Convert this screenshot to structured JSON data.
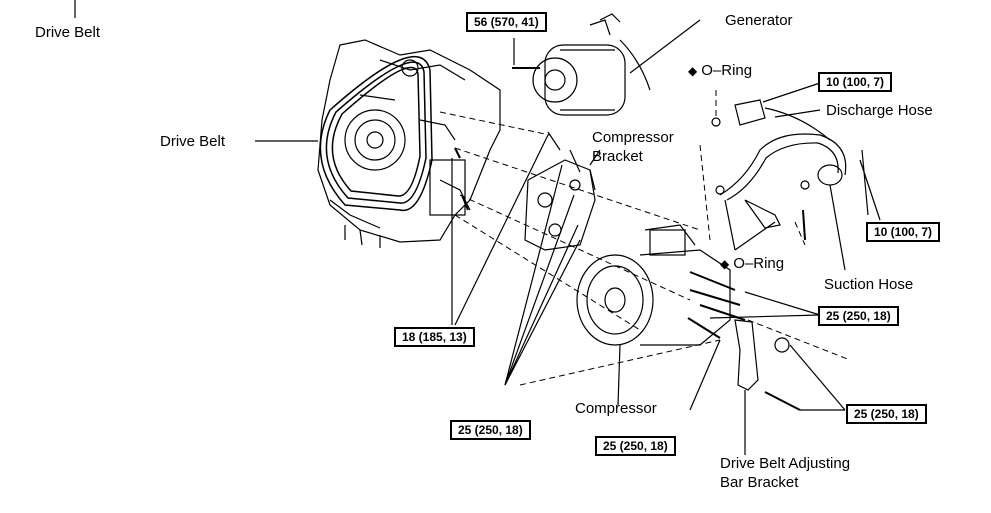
{
  "labels": {
    "drive_belt_top": "Drive Belt",
    "drive_belt": "Drive Belt",
    "generator": "Generator",
    "o_ring_top": "O–Ring",
    "o_ring_mid": "O–Ring",
    "discharge_hose": "Discharge Hose",
    "compressor_bracket_1": "Compressor",
    "compressor_bracket_2": "Bracket",
    "suction_hose": "Suction Hose",
    "compressor": "Compressor",
    "adjusting_bar_1": "Drive Belt Adjusting",
    "adjusting_bar_2": "Bar Bracket",
    "diamond_symbol": "◆"
  },
  "torque_specs": {
    "generator_bolt": "56 (570, 41)",
    "discharge_bolt": "10 (100, 7)",
    "suction_bolt": "10 (100, 7)",
    "bracket_engine_bolt": "18 (185, 13)",
    "compressor_right_bolts": "25 (250, 18)",
    "compressor_bracket_bolts": "25 (250, 18)",
    "compressor_lower_bolt": "25 (250, 18)",
    "adjusting_bar_bolts": "25 (250, 18)"
  }
}
